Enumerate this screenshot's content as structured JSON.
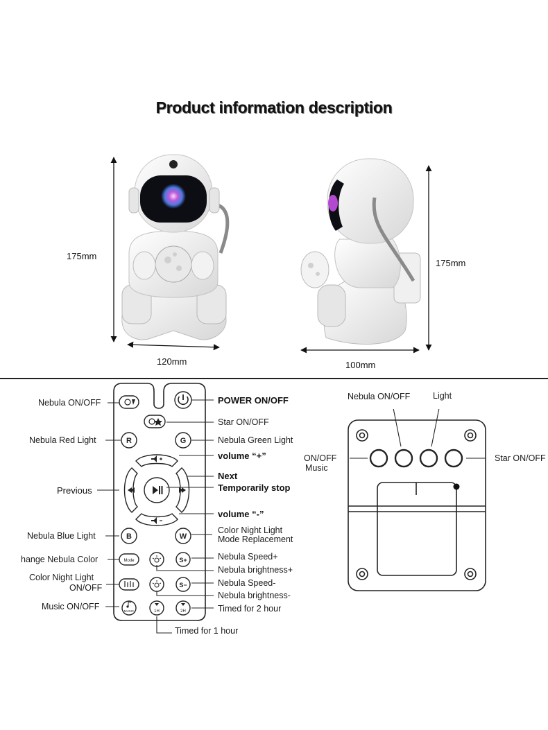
{
  "title": "Product information description",
  "dimensions": {
    "front_height": "175mm",
    "front_width": "120mm",
    "side_height": "175mm",
    "side_depth": "100mm"
  },
  "remote": {
    "labels_left": {
      "nebula_onoff": "Nebula ON/OFF",
      "nebula_red": "Nebula Red Light",
      "previous": "Previous",
      "nebula_blue": "Nebula Blue Light",
      "change_nebula_color": "hange Nebula Color",
      "color_night_light_1": "Color Night Light",
      "color_night_light_2": "ON/OFF",
      "music_onoff": "Music ON/OFF"
    },
    "labels_right": {
      "power": "POWER ON/OFF",
      "star": "Star ON/OFF",
      "nebula_green": "Nebula Green Light",
      "volume_plus": "volume “+”",
      "next": "Next",
      "pause": "Temporarily stop",
      "volume_minus": "volume “-”",
      "mode_replace_1": "Color Night Light",
      "mode_replace_2": "Mode Replacement",
      "speed_plus": "Nebula Speed+",
      "bright_plus": "Nebula brightness+",
      "speed_minus": "Nebula Speed-",
      "bright_minus": "Nebula brightness-",
      "timer_2h": "Timed for 2 hour",
      "timer_1h": "Timed for 1 hour"
    },
    "keys": {
      "r": "R",
      "g": "G",
      "b": "B",
      "w": "W",
      "mode": "Mode",
      "s_plus": "S+",
      "s_minus": "S−",
      "music": "MUSIC",
      "t1": "1H",
      "t2": "2H"
    }
  },
  "device_back": {
    "nebula_onoff": "Nebula ON/OFF",
    "light": "Light",
    "onoff_music_1": "ON/OFF",
    "onoff_music_2": "Music",
    "star_onoff": "Star ON/OFF"
  }
}
